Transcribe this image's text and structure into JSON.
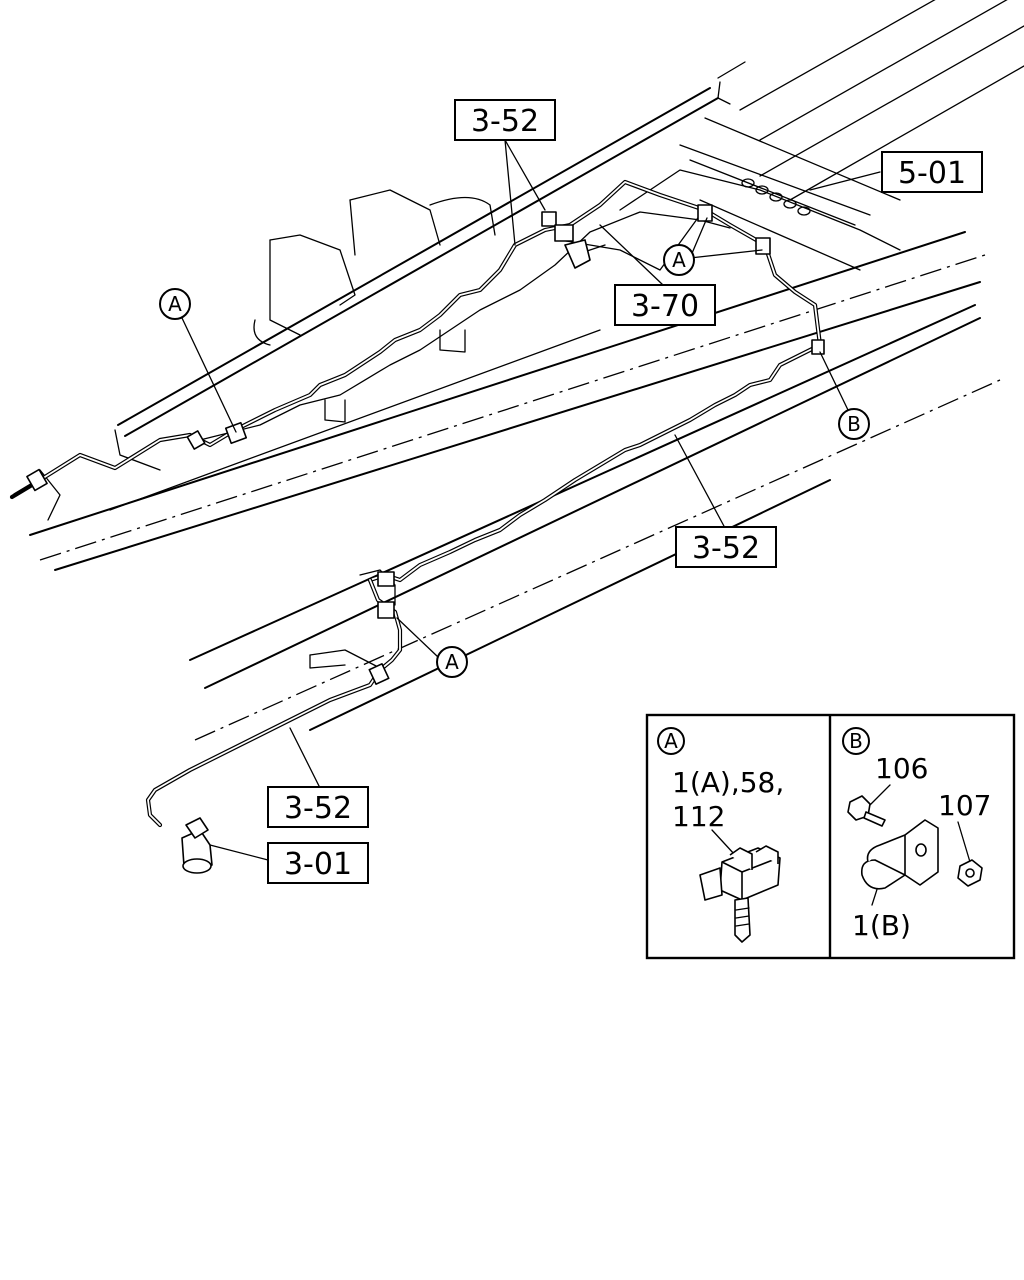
{
  "callouts": {
    "c1": "3-52",
    "c2": "5-01",
    "c3": "3-70",
    "c4": "3-52",
    "c5": "3-52",
    "c6": "3-01"
  },
  "markers": {
    "a": "A",
    "b": "B"
  },
  "detail_a": {
    "marker": "A",
    "line1": "1(A),58,",
    "line2": "112"
  },
  "detail_b": {
    "marker": "B",
    "n106": "106",
    "n107": "107",
    "n1b": "1(B)"
  }
}
